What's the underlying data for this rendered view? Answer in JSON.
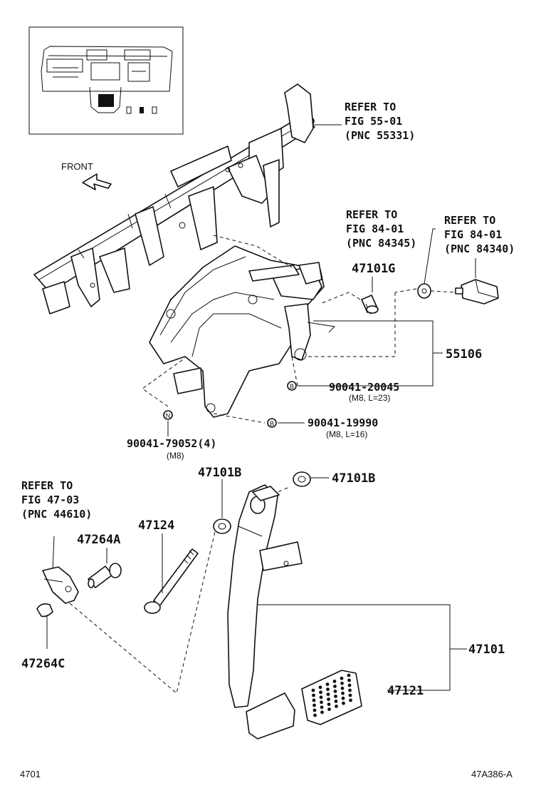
{
  "labels": {
    "refer_55": [
      "REFER TO",
      "FIG 55-01",
      "(PNC 55331)"
    ],
    "refer_84345": [
      "REFER TO",
      "FIG 84-01",
      "(PNC 84345)"
    ],
    "refer_84340": [
      "REFER TO",
      "FIG 84-01",
      "(PNC 84340)"
    ],
    "refer_44610": [
      "REFER TO",
      "FIG 47-03",
      "(PNC 44610)"
    ],
    "front": "FRONT",
    "p47101G": "47101G",
    "p55106": "55106",
    "p90041_20045": "90041-20045",
    "p90041_20045_spec": "(M8, L=23)",
    "p90041_19990": "90041-19990",
    "p90041_19990_spec": "(M8, L=16)",
    "p90041_79052": "90041-79052(4)",
    "p90041_79052_spec": "(M8)",
    "p47101B_a": "47101B",
    "p47101B_b": "47101B",
    "p47124": "47124",
    "p47264A": "47264A",
    "p47264C": "47264C",
    "p47101": "47101",
    "p47121": "47121",
    "marker_b": "B",
    "marker_n": "N"
  },
  "footer": {
    "left": "4701",
    "right": "47A386-A"
  }
}
